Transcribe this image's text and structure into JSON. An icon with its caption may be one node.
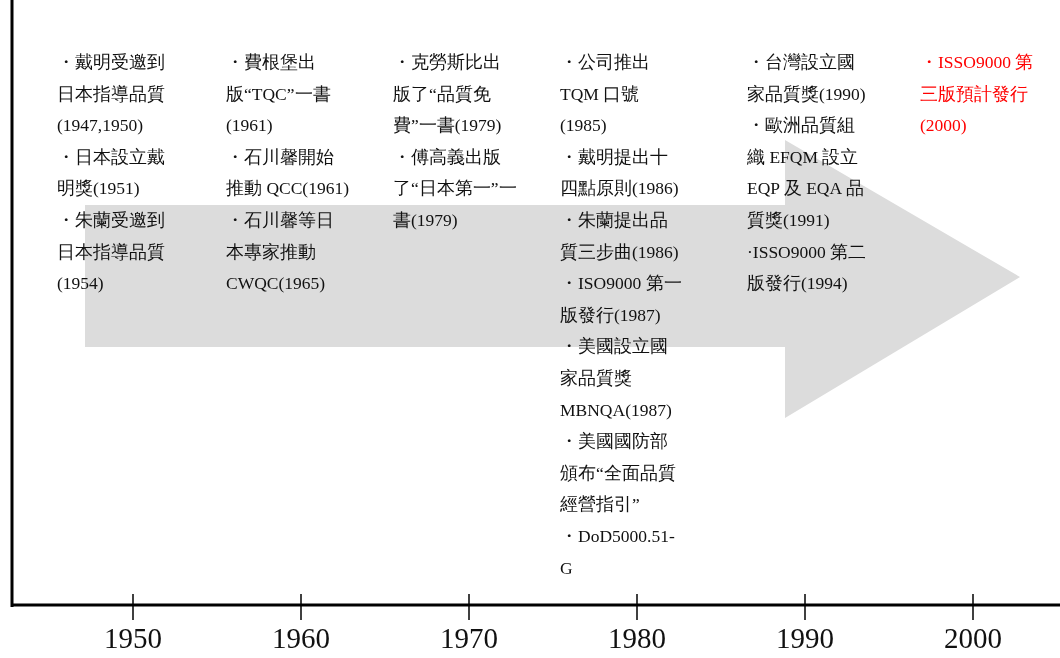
{
  "diagram": {
    "labels": [
      "・戴明受邀到日本指導品質(1947,1950)",
      "・日本設立戴明獎(1951)",
      "・朱蘭受邀到日本指導品質(1954)",
      "・費根堡出版“TQC”一書(1961)",
      "・石川馨開始推動 QCC(1961)",
      "・石川馨等日本專家推動 CWQC(1965)",
      "・克勞斯比出版了“品質免費”一書(1979)",
      "・傅高義出版了“日本第一”一書(1979)",
      "・公司推出 TQM 口號 (1985)",
      "・戴明提出十四點原則(1986)",
      "・朱蘭提出品質三步曲(1986)",
      "・ISO9000 第一版發行(1987)",
      "・美國設立國家品質獎 MBNQA(1987)",
      "・美國國防部頒布“全面品質經營指引”",
      "・DoD5000.51-G",
      "・台灣設立國家品質獎(1990)",
      "・歐洲品質組織 EFQM 設立 EQP 及 EQA 品質獎(1991)",
      "·ISSO9000 第二版發行(1994)",
      "・ISSO9000 第三版預計發行(2000)",
      "1950",
      "1960",
      "1970",
      "1980",
      "1990",
      "2000"
    ]
  }
}
